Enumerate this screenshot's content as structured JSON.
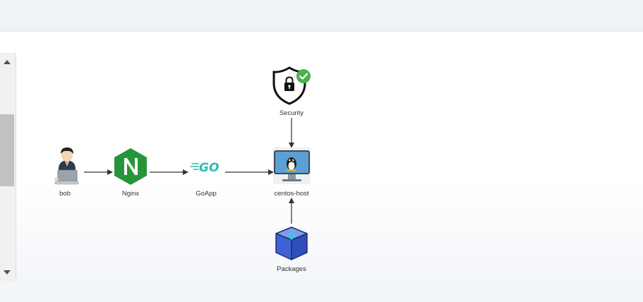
{
  "diagram": {
    "nodes": [
      {
        "id": "bob",
        "label": "bob",
        "icon": "developer-with-laptop-icon"
      },
      {
        "id": "nginx",
        "label": "Nginx",
        "icon": "nginx-logo-icon"
      },
      {
        "id": "goapp",
        "label": "GoApp",
        "icon": "go-logo-icon"
      },
      {
        "id": "centos",
        "label": "centos-host",
        "icon": "linux-monitor-icon"
      },
      {
        "id": "security",
        "label": "Security",
        "icon": "shield-lock-check-icon"
      },
      {
        "id": "packages",
        "label": "Packages",
        "icon": "package-box-icon"
      }
    ],
    "edges": [
      {
        "from": "bob",
        "to": "nginx"
      },
      {
        "from": "nginx",
        "to": "goapp"
      },
      {
        "from": "goapp",
        "to": "centos"
      },
      {
        "from": "security",
        "to": "centos"
      },
      {
        "from": "packages",
        "to": "centos"
      }
    ]
  },
  "colors": {
    "nginx": "#269539",
    "go": "#29BEB0",
    "check": "#4caf50",
    "box": "#3f63d6"
  }
}
